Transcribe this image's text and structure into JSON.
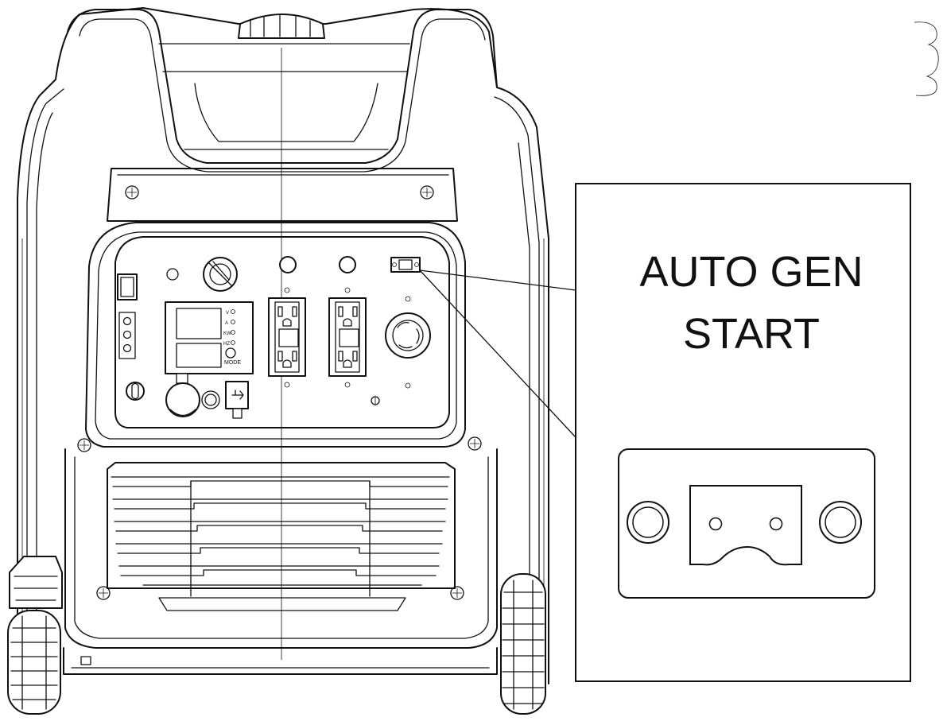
{
  "callout": {
    "line1": "AUTO GEN",
    "line2": "START"
  },
  "panel_labels": {
    "mode": "MODE",
    "meter_units": [
      "V",
      "A",
      "KW",
      "HZ"
    ]
  },
  "colors": {
    "line": "#111111",
    "background": "#ffffff"
  }
}
